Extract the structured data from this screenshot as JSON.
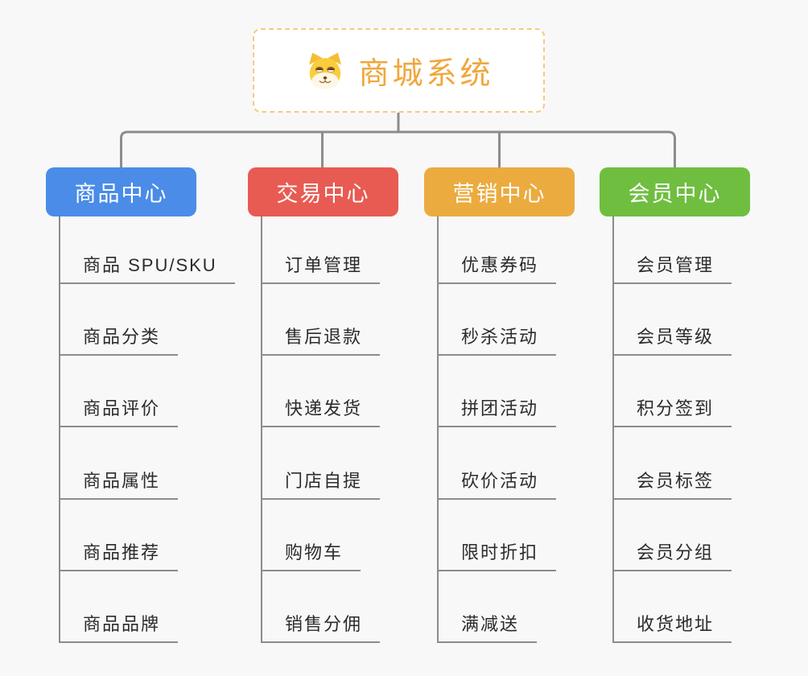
{
  "page": {
    "background_color": "#F8F8F8"
  },
  "root": {
    "title": "商城系统",
    "icon": "shiba-dog-icon",
    "text_color": "#F0A73C",
    "border_color": "#F5CB80"
  },
  "connectors": {
    "color": "#8C8C8C"
  },
  "branches": [
    {
      "label": "商品中心",
      "color": "#4A8CE8",
      "children": [
        "商品 SPU/SKU",
        "商品分类",
        "商品评价",
        "商品属性",
        "商品推荐",
        "商品品牌"
      ]
    },
    {
      "label": "交易中心",
      "color": "#E85B52",
      "children": [
        "订单管理",
        "售后退款",
        "快递发货",
        "门店自提",
        "购物车",
        "销售分佣"
      ]
    },
    {
      "label": "营销中心",
      "color": "#EBAB3F",
      "children": [
        "优惠券码",
        "秒杀活动",
        "拼团活动",
        "砍价活动",
        "限时折扣",
        "满减送"
      ]
    },
    {
      "label": "会员中心",
      "color": "#6FBE40",
      "children": [
        "会员管理",
        "会员等级",
        "积分签到",
        "会员标签",
        "会员分组",
        "收货地址"
      ]
    }
  ]
}
